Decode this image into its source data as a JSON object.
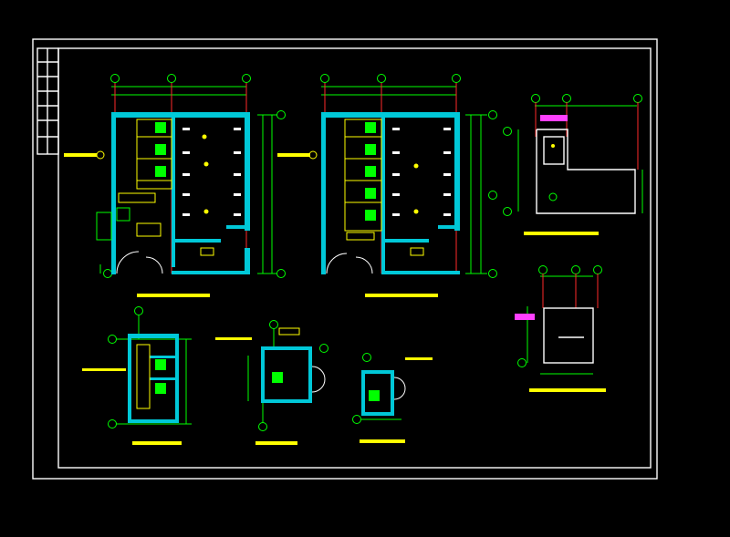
{
  "colors": {
    "background": "#000000",
    "frame": "#ffffff",
    "wall": "#00c8d8",
    "dimension": "#00ff00",
    "axis": "#ff2a2a",
    "fixture": "#ffff00",
    "tag": "#ff40ff",
    "text": "#ffff00"
  },
  "icons": {
    "axis_marker": "circle-axis-marker-icon",
    "door_swing": "door-swing-arc-icon",
    "toilet": "toilet-fixture-icon",
    "urinal": "urinal-fixture-icon"
  },
  "views": [
    {
      "id": "plan-left"
    },
    {
      "id": "plan-middle"
    },
    {
      "id": "detail-top-right"
    },
    {
      "id": "detail-mid-right"
    },
    {
      "id": "detail-bottom-1"
    },
    {
      "id": "detail-bottom-2"
    },
    {
      "id": "detail-bottom-3"
    }
  ]
}
